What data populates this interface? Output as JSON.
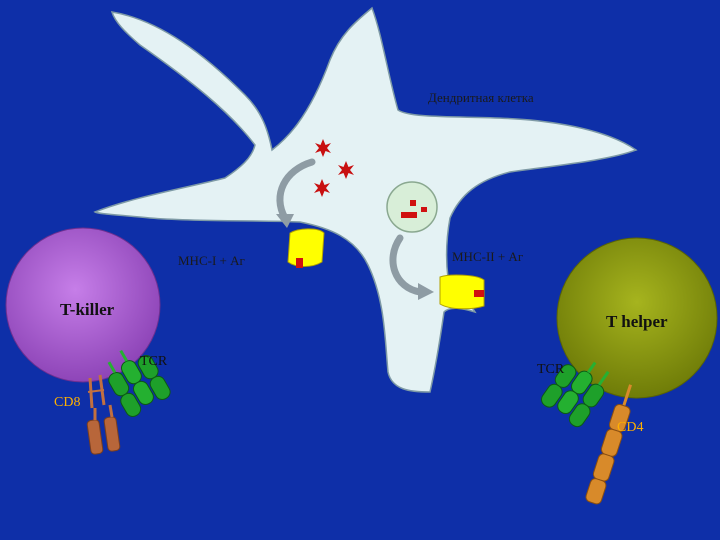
{
  "labels": {
    "dendritic_cell": "Дендритная клетка",
    "mhc1": "MHC-I + Аг",
    "mhc2": "MHC-II + Аг",
    "t_killer": "T-killer",
    "t_helper": "T  helper",
    "tcr_left": "TCR",
    "tcr_right": "TCR",
    "cd8": "CD8",
    "cd4": "CD4"
  },
  "colors": {
    "background": "#0e2fa8",
    "dendritic_cell": "#e4f2f4",
    "t_killer": "#a45bd0",
    "t_helper": "#8a9a10",
    "mhc": "#ffff00",
    "antigen": "#d01010",
    "tcr": "#1ea02a",
    "cd8": "#b8663a",
    "cd4": "#d88a2a",
    "cd_label": "#ffb000"
  }
}
